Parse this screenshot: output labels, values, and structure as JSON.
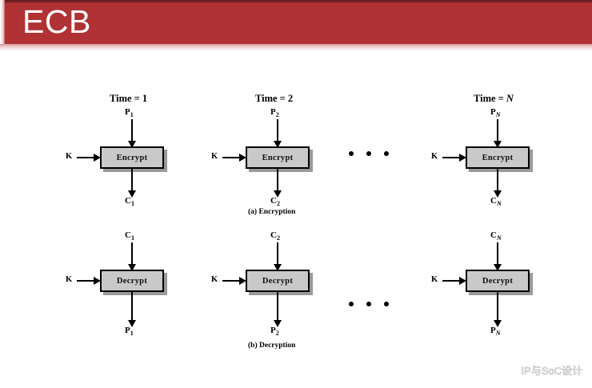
{
  "slide": {
    "title": "ECB",
    "banner_color": "#b03234",
    "title_color": "#ffffff",
    "background_color": "#ffffff"
  },
  "diagram": {
    "box_fill": "#c9c9c9",
    "box_border": "#000000",
    "shadow_color": "#9a9a9a",
    "key_label": "K",
    "ellipsis_dots": 3,
    "sections": [
      {
        "id": "encryption",
        "caption": "(a) Encryption",
        "op_label": "Encrypt",
        "columns": [
          {
            "time_label": "Time = ",
            "time_index": "1",
            "time_italic": false,
            "input": "P",
            "input_sub": "1",
            "sub_italic": false,
            "output": "C",
            "output_sub": "1"
          },
          {
            "time_label": "Time = ",
            "time_index": "2",
            "time_italic": false,
            "input": "P",
            "input_sub": "2",
            "sub_italic": false,
            "output": "C",
            "output_sub": "2"
          },
          {
            "time_label": "Time = ",
            "time_index": "N",
            "time_italic": true,
            "input": "P",
            "input_sub": "N",
            "sub_italic": true,
            "output": "C",
            "output_sub": "N"
          }
        ]
      },
      {
        "id": "decryption",
        "caption": "(b) Decryption",
        "op_label": "Decrypt",
        "columns": [
          {
            "input": "C",
            "input_sub": "1",
            "sub_italic": false,
            "output": "P",
            "output_sub": "1"
          },
          {
            "input": "C",
            "input_sub": "2",
            "sub_italic": false,
            "output": "P",
            "output_sub": "2"
          },
          {
            "input": "C",
            "input_sub": "N",
            "sub_italic": true,
            "output": "P",
            "output_sub": "N"
          }
        ]
      }
    ]
  },
  "watermark": {
    "text": "IP与SoC设计",
    "icon": "wechat-icon",
    "color": "#ffffff"
  }
}
